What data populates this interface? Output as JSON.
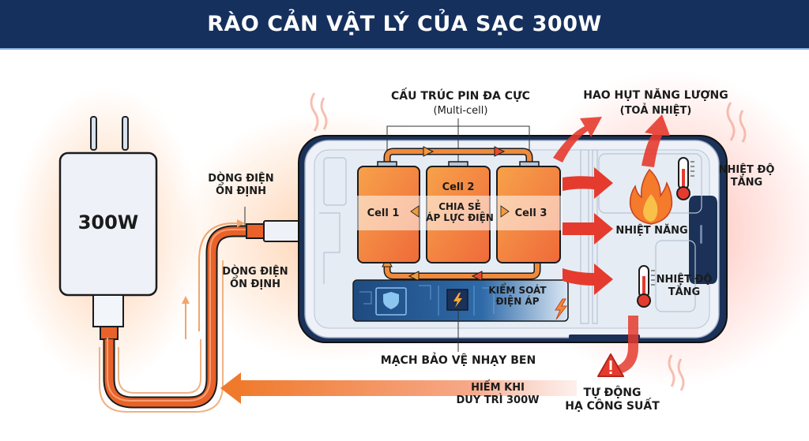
{
  "title": "RÀO CẢN VẬT LÝ CỦA SẠC 300W",
  "charger": {
    "label": "300W"
  },
  "cable": {
    "label_top": [
      "DÒNG ĐIỆN",
      "ỔN ĐỊNH"
    ],
    "label_bottom": [
      "DÒNG ĐIỆN",
      "ỔN ĐỊNH"
    ]
  },
  "battery": {
    "title": "CẤU TRÚC PIN ĐA CỰC",
    "subtitle": "(Multi-cell)",
    "cells": [
      "Cell 1",
      "Cell 2",
      "Cell 3"
    ],
    "share_label": [
      "CHIA SẺ",
      "ÁP LỰC ĐIỆN"
    ]
  },
  "circuit": {
    "control_label": [
      "KIỂM SOÁT",
      "ĐIỆN ÁP"
    ],
    "protection_label": "MẠCH BẢO VỆ NHẠY BEN"
  },
  "heat": {
    "loss_title": "HAO HỤT NĂNG LƯỢNG",
    "loss_subtitle": "(TOẢ NHIỆT)",
    "thermal_energy": "NHIỆT NĂNG",
    "temp_rise_outer": [
      "NHIỆT ĐỘ",
      "TĂNG"
    ],
    "temp_rise_inner": [
      "NHIỆT ĐỘ",
      "TĂNG"
    ]
  },
  "throttle": {
    "rarely_label": [
      "HIẾM KHI",
      "DUY TRÌ 300W"
    ],
    "auto_label": [
      "TỰ ĐỘNG",
      "HẠ CÔNG SUẤT"
    ]
  },
  "colors": {
    "header_bg": "#15305d",
    "cable_orange": "#e8622a",
    "heat_red": "#e53b2e",
    "cell_orange": "#f39a3c",
    "circuit_blue": "#1f4f86"
  }
}
